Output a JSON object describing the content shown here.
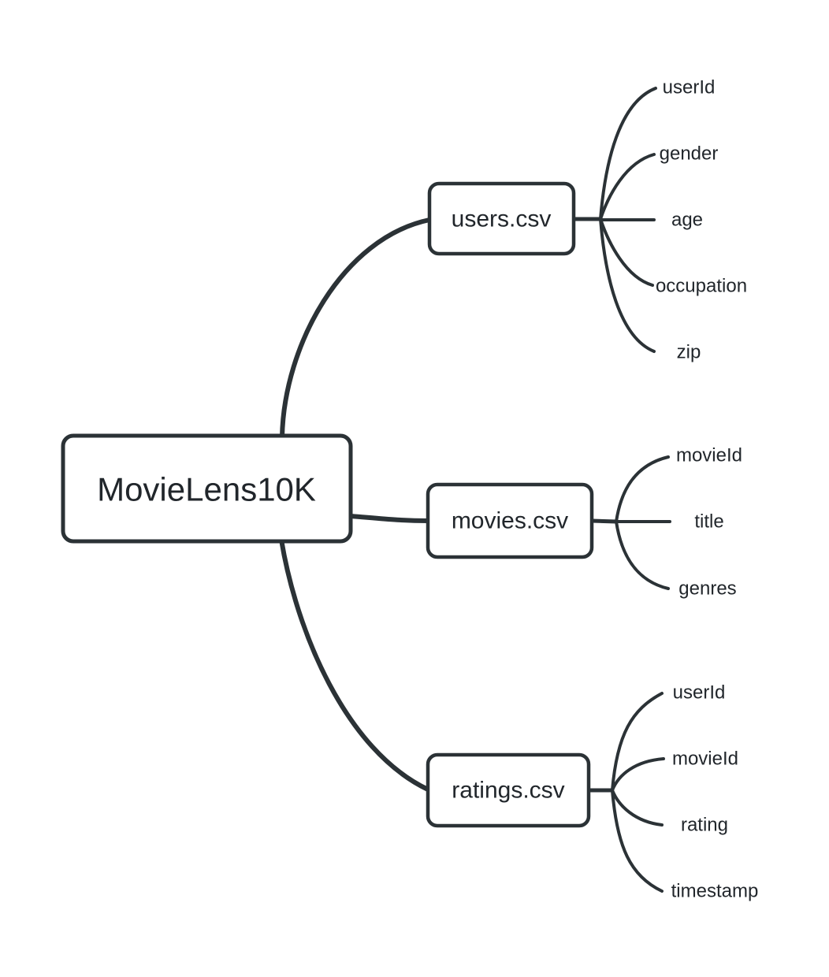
{
  "diagram": {
    "type": "mindmap",
    "root": {
      "label": "MovieLens10K"
    },
    "branches": [
      {
        "label": "users.csv",
        "children": [
          "userId",
          "gender",
          "age",
          "occupation",
          "zip"
        ]
      },
      {
        "label": "movies.csv",
        "children": [
          "movieId",
          "title",
          "genres"
        ]
      },
      {
        "label": "ratings.csv",
        "children": [
          "userId",
          "movieId",
          "rating",
          "timestamp"
        ]
      }
    ],
    "colors": {
      "stroke": "#2b3236",
      "node_fill": "#ffffff",
      "text": "#21262b",
      "background": "#ffffff"
    }
  }
}
